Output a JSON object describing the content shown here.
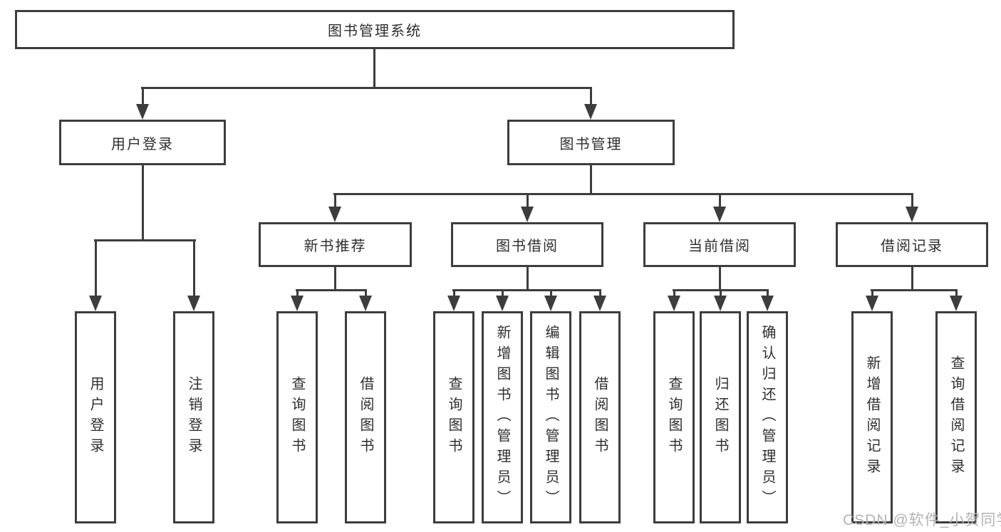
{
  "diagram": {
    "root": {
      "label": "图书管理系统"
    },
    "branches": [
      {
        "label": "用户登录",
        "children": [
          {
            "label": "用户登录"
          },
          {
            "label": "注销登录"
          }
        ]
      },
      {
        "label": "图书管理",
        "children": [
          {
            "label": "新书推荐",
            "children": [
              {
                "label": "查询图书"
              },
              {
                "label": "借阅图书"
              }
            ]
          },
          {
            "label": "图书借阅",
            "children": [
              {
                "label": "查询图书"
              },
              {
                "label": "新增图书（管理员）"
              },
              {
                "label": "编辑图书（管理员）"
              },
              {
                "label": "借阅图书"
              }
            ]
          },
          {
            "label": "当前借阅",
            "children": [
              {
                "label": "查询图书"
              },
              {
                "label": "归还图书"
              },
              {
                "label": "确认归还（管理员）"
              }
            ]
          },
          {
            "label": "借阅记录",
            "children": [
              {
                "label": "新增借阅记录"
              },
              {
                "label": "查询借阅记录"
              }
            ]
          }
        ]
      }
    ]
  },
  "watermark": {
    "text": "CSDN @软件_小贺同学"
  },
  "colors": {
    "line": "#3d3d3d",
    "text": "#2e2e2e",
    "bg": "#ffffff",
    "watermark": "#b3b3b3"
  }
}
